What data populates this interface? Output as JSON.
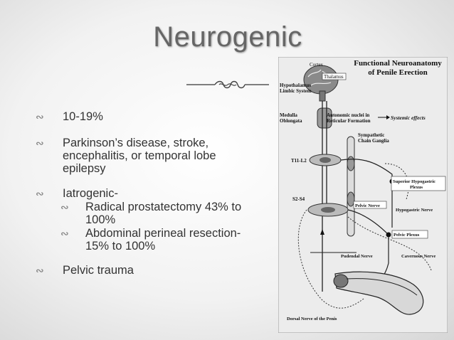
{
  "slide": {
    "title": "Neurogenic",
    "bullets": [
      {
        "text": "10-19%"
      },
      {
        "text": "Parkinson’s disease, stroke, encephalitis, or temporal lobe epilepsy"
      },
      {
        "text": "Iatrogenic-"
      }
    ],
    "sub_bullets": [
      {
        "text": "Radical prostatectomy 43% to 100%"
      },
      {
        "text": "Abdominal perineal resection- 15% to 100%"
      }
    ],
    "last_bullet": {
      "text": "Pelvic trauma"
    },
    "bullet_glyph": "∾"
  },
  "diagram": {
    "title_line1": "Functional Neuroanatomy",
    "title_line2": "of Penile Erection",
    "labels": {
      "cortex": "Cortex",
      "thalamus": "Thalamus",
      "hypothalamus": "Hypothalamus",
      "limbic": "Limbic System",
      "medulla": "Medulla",
      "oblongata": "Oblongata",
      "autonomic1": "Autonomic nuclei in",
      "autonomic2": "Reticular Formation",
      "systemic": "Systemic effects",
      "sympathetic1": "Sympathetic",
      "sympathetic2": "Chain Ganglia",
      "t11": "T11-L2",
      "superior1": "Superior Hypogastric",
      "superior2": "Plexus",
      "s2": "S2-S4",
      "pelvic_nerve": "Pelvic Nerve",
      "hypogastric": "Hypogastric Nerve",
      "pelvic_plexus": "Pelvic Plexus",
      "pudendal": "Pudendal Nerve",
      "cavernous": "Cavernous Nerve",
      "dorsal": "Dorsal Nerve of the Penis"
    }
  }
}
